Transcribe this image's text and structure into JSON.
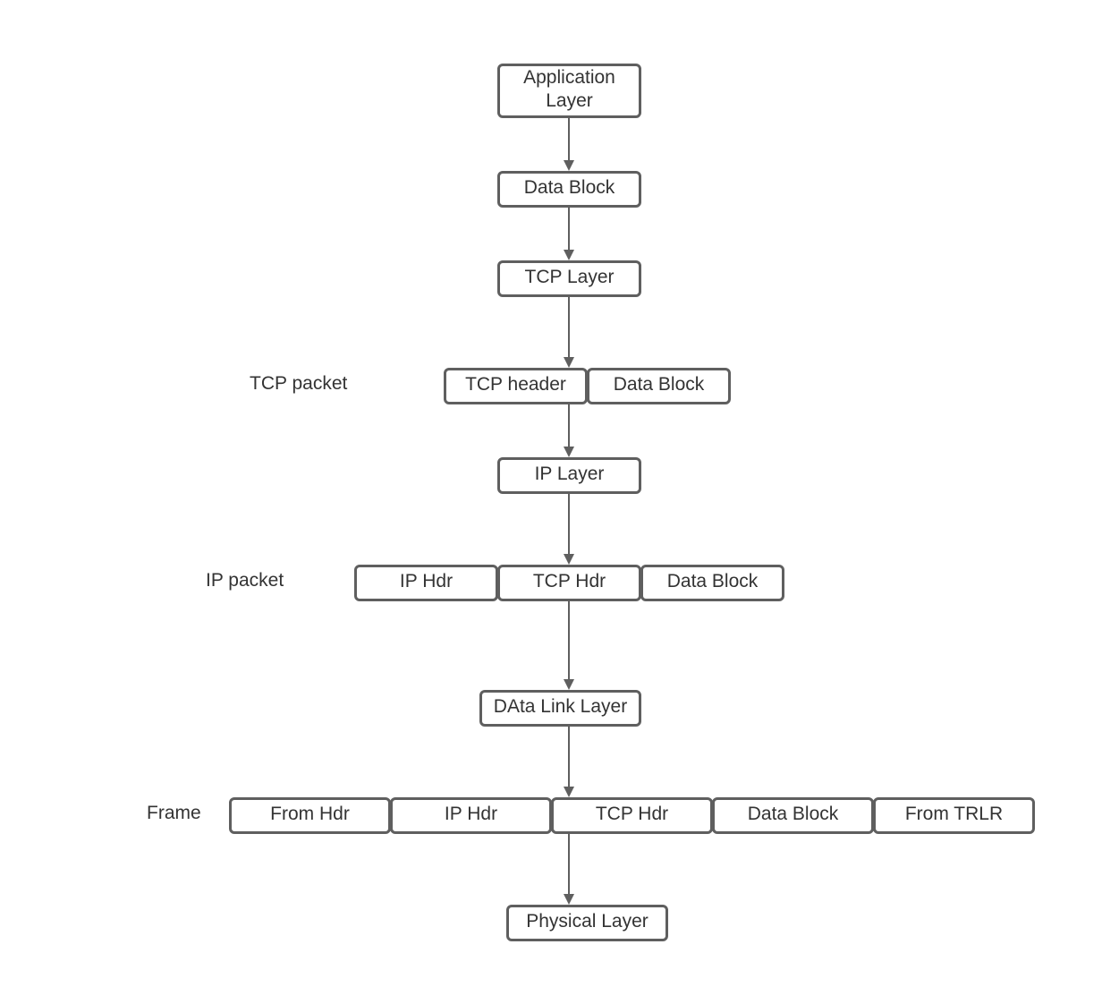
{
  "stack": {
    "application_layer": "Application\nLayer",
    "data_block_1": "Data Block",
    "tcp_layer": "TCP Layer",
    "ip_layer": "IP Layer",
    "data_link_layer": "DAta Link Layer",
    "physical_layer": "Physical Layer"
  },
  "tcp_packet": {
    "label": "TCP packet",
    "segments": [
      "TCP header",
      "Data Block"
    ]
  },
  "ip_packet": {
    "label": "IP packet",
    "segments": [
      "IP Hdr",
      "TCP Hdr",
      "Data Block"
    ]
  },
  "frame": {
    "label": "Frame",
    "segments": [
      "From Hdr",
      "IP Hdr",
      "TCP Hdr",
      "Data Block",
      "From TRLR"
    ]
  },
  "colors": {
    "stroke": "#5f5f5f",
    "text": "#333333",
    "background": "#ffffff"
  }
}
